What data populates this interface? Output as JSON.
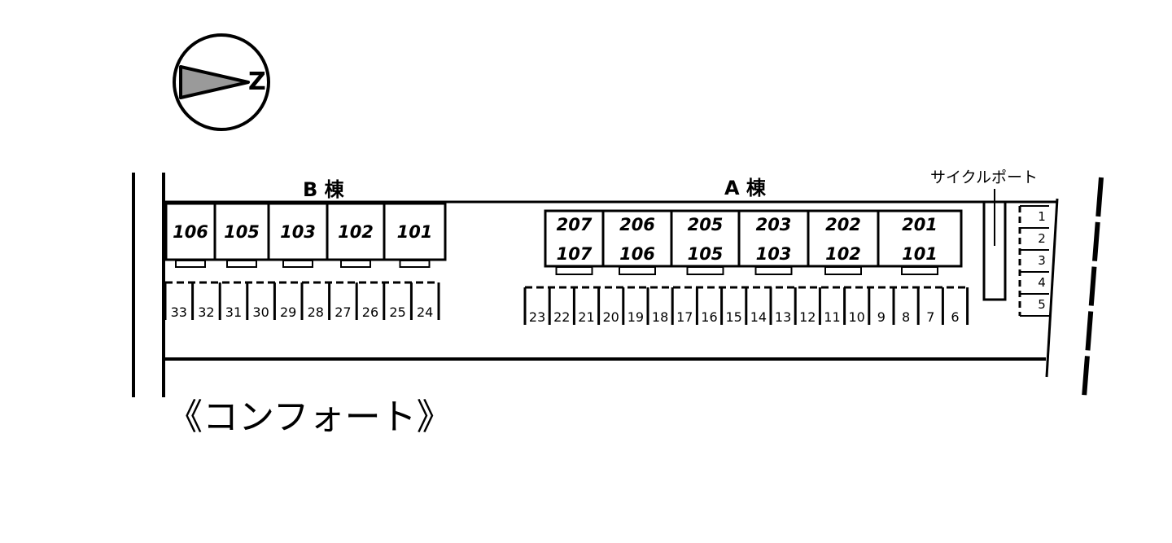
{
  "compass": {
    "letter": "Z"
  },
  "wings": {
    "b": {
      "label": "B 棟",
      "units": [
        "106",
        "105",
        "103",
        "102",
        "101"
      ]
    },
    "a": {
      "label": "A 棟",
      "units_upper": [
        "207",
        "206",
        "205",
        "203",
        "202",
        "201"
      ],
      "units_lower": [
        "107",
        "106",
        "105",
        "103",
        "102",
        "101"
      ]
    }
  },
  "cycle_port": {
    "label": "サイクルポート",
    "spaces": [
      "1",
      "2",
      "3",
      "4",
      "5"
    ]
  },
  "parking": {
    "b_side": [
      "33",
      "32",
      "31",
      "30",
      "29",
      "28",
      "27",
      "26",
      "25",
      "24"
    ],
    "a_side": [
      "23",
      "22",
      "21",
      "20",
      "19",
      "18",
      "17",
      "16",
      "15",
      "14",
      "13",
      "12",
      "11",
      "10",
      "9",
      "8",
      "7",
      "6"
    ]
  },
  "property_name": "《コンフォート》"
}
